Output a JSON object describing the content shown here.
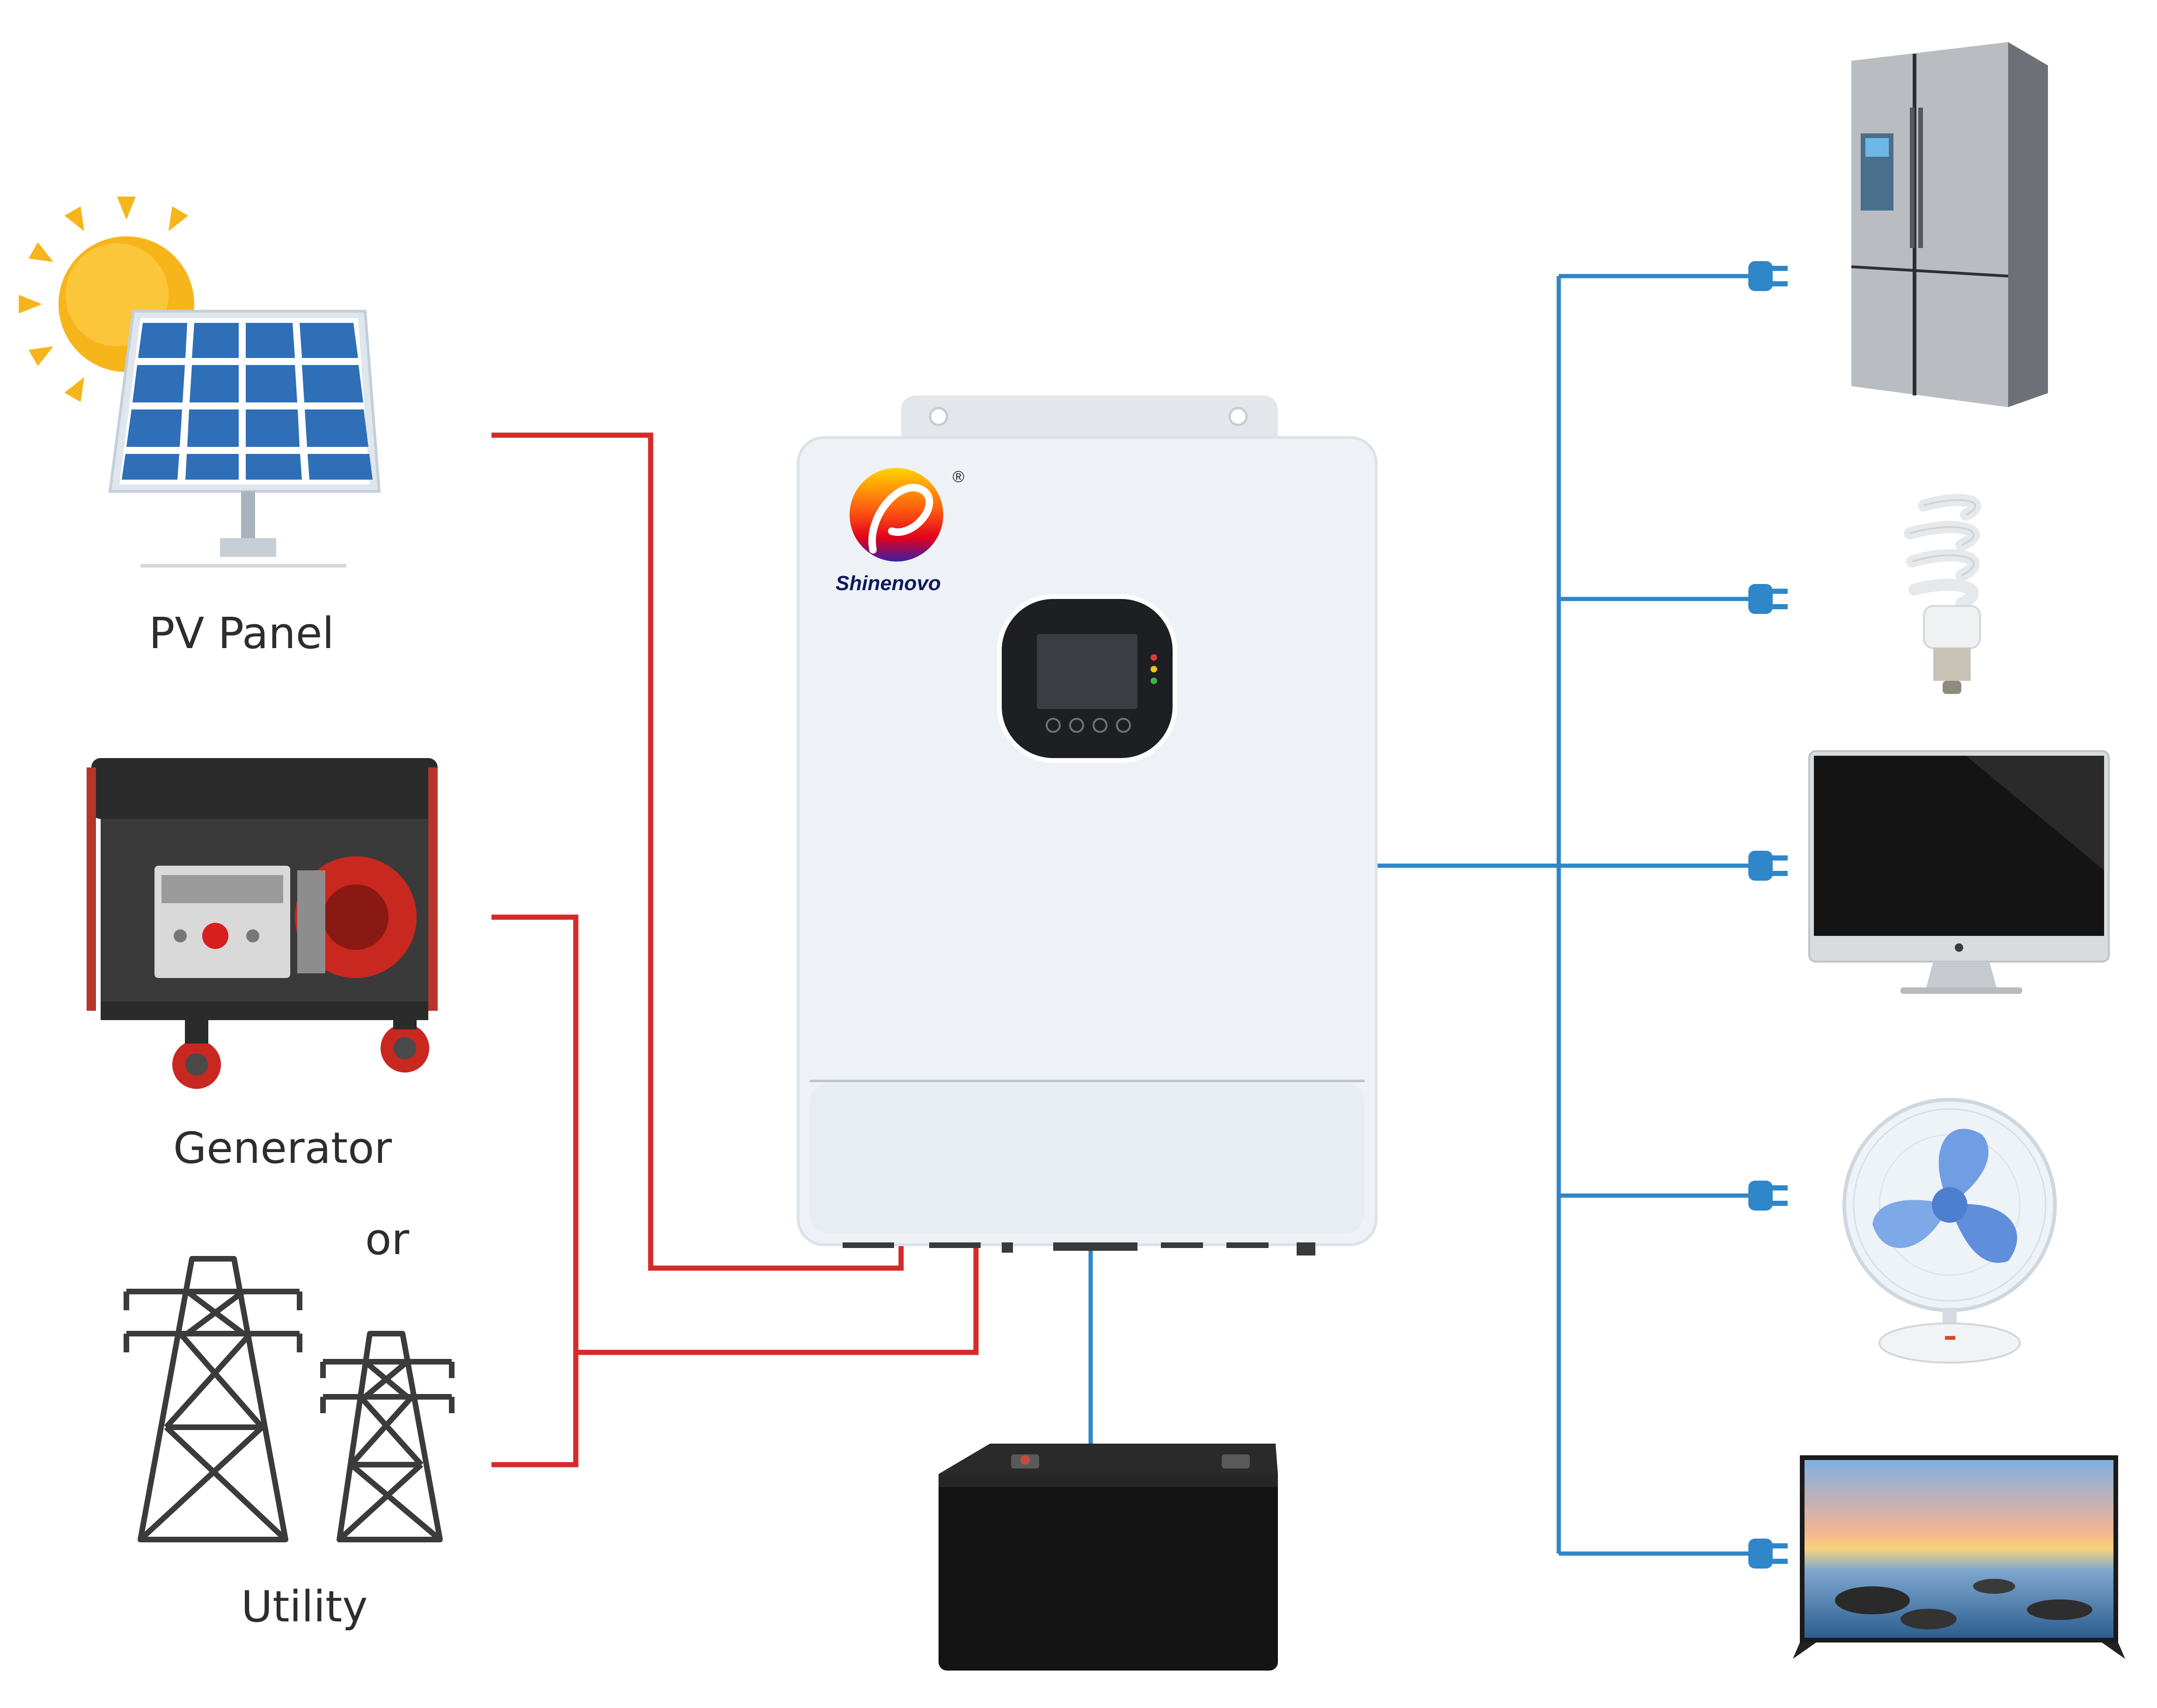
{
  "labels": {
    "pv_panel": "PV Panel",
    "generator": "Generator",
    "or": "or",
    "utility": "Utility"
  },
  "inverter": {
    "brand": "Shinenovo",
    "registered": "®"
  },
  "icons": {
    "pv": "solar-panel-icon",
    "sun": "sun-icon",
    "generator": "generator-icon",
    "utility": "power-tower-icon",
    "battery": "battery-icon",
    "loads": [
      "refrigerator-icon",
      "cfl-bulb-icon",
      "monitor-icon",
      "desk-fan-icon",
      "tv-icon"
    ],
    "plug": "power-plug-icon"
  },
  "colors": {
    "input_wire": "#d52a2a",
    "output_wire": "#2f86c8",
    "inverter_body": "#eef2f6"
  }
}
